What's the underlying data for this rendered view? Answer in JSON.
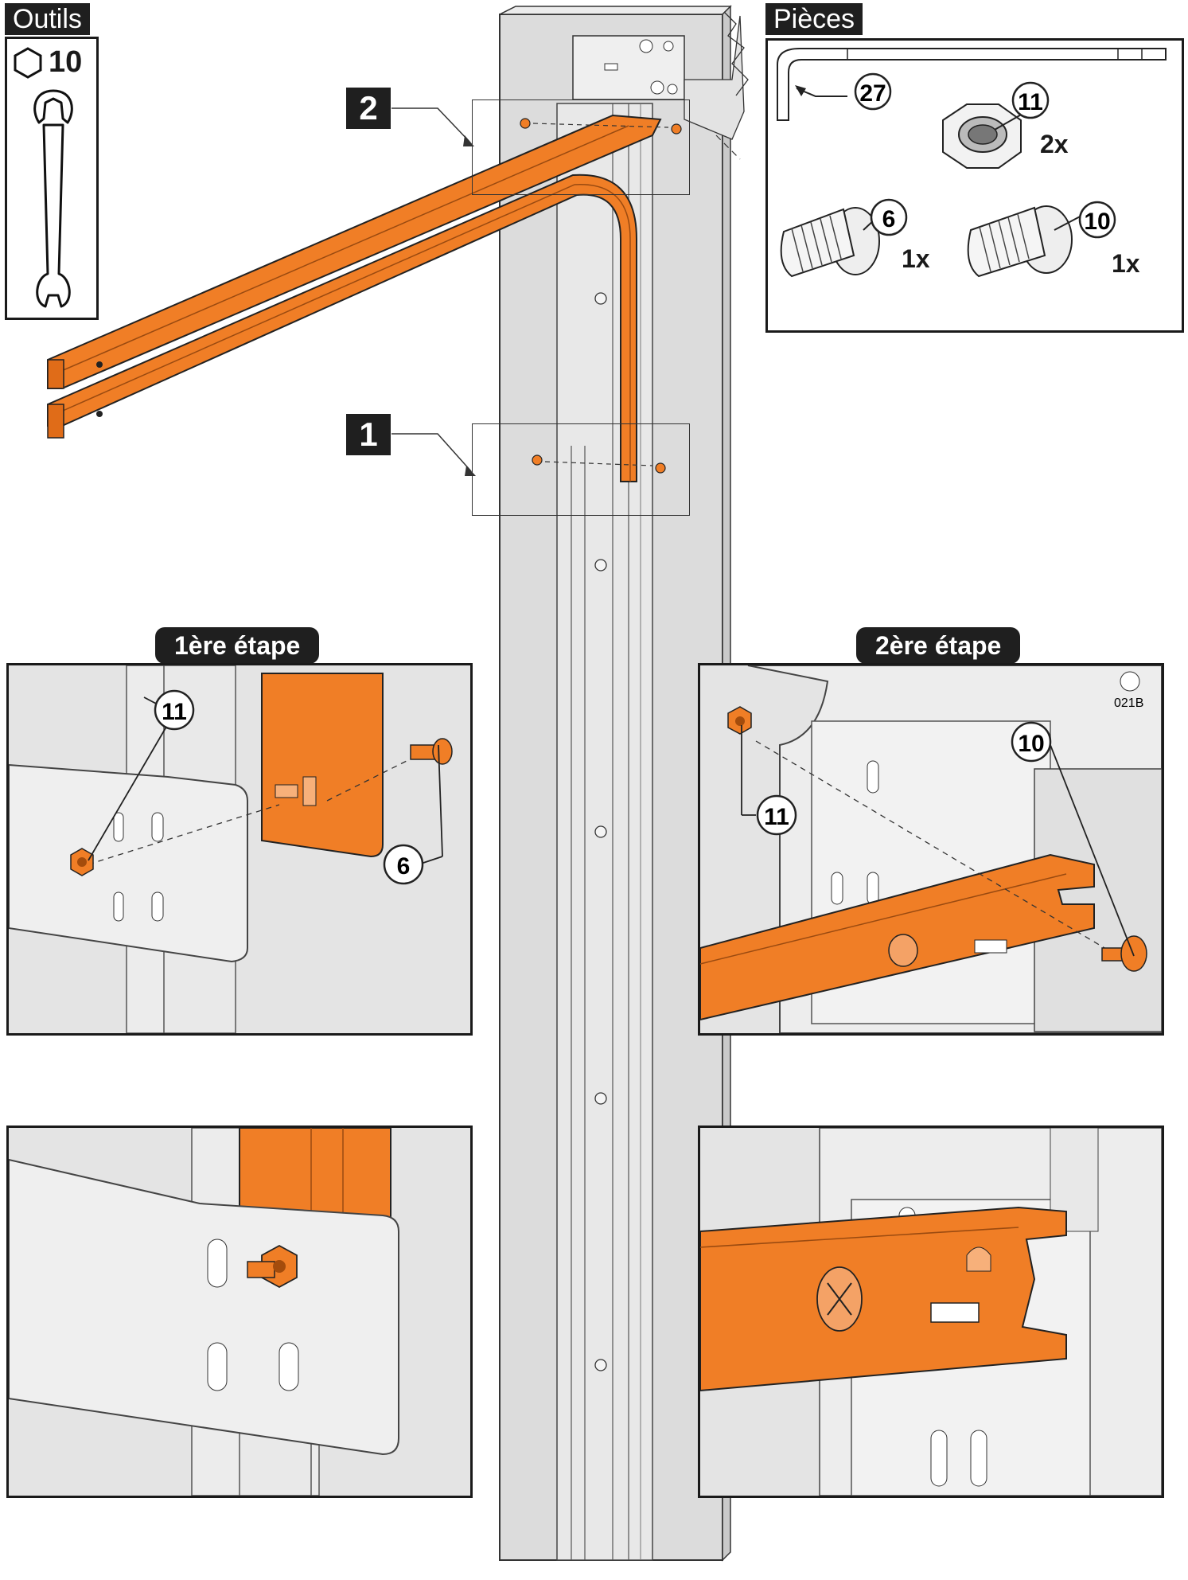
{
  "tools": {
    "title": "Outils",
    "wrench_size": "10",
    "icons": [
      "hexagon-icon",
      "wrench-icon"
    ]
  },
  "parts": {
    "title": "Pièces",
    "items": [
      {
        "ref": "27",
        "name": "rail",
        "qty": ""
      },
      {
        "ref": "11",
        "name": "nut",
        "qty": "2x"
      },
      {
        "ref": "6",
        "name": "bolt-splined",
        "qty": "1x"
      },
      {
        "ref": "10",
        "name": "bolt-square",
        "qty": "1x"
      }
    ]
  },
  "main": {
    "detail_markers": [
      "2",
      "1"
    ],
    "bracket_code": "021B"
  },
  "steps": [
    {
      "title": "1ère étape",
      "callouts": [
        "11",
        "6"
      ]
    },
    {
      "title": "2ère étape",
      "callouts": [
        "11",
        "10"
      ]
    }
  ],
  "colors": {
    "accent_orange": "#f07e26",
    "orange_dark": "#c85f10",
    "post_gray": "#dcdcdc",
    "panel_gray": "#e6e6e6",
    "label_bg": "#1f1f1f"
  }
}
